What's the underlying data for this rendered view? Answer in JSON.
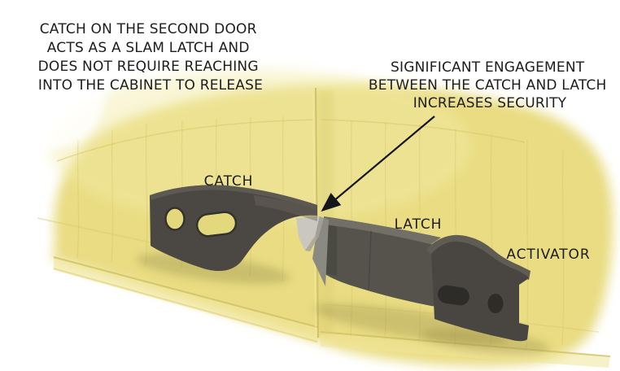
{
  "diagram": {
    "subject": "cabinet slam-latch hardware (catch, latch, activator)",
    "callout_left": {
      "lines": [
        "CATCH ON THE SECOND DOOR",
        "ACTS AS A SLAM LATCH AND",
        "DOES NOT REQUIRE REACHING",
        "INTO THE CABINET TO RELEASE"
      ]
    },
    "callout_right": {
      "lines": [
        "SIGNIFICANT ENGAGEMENT",
        "BETWEEN THE CATCH AND LATCH",
        "INCREASES SECURITY"
      ]
    },
    "part_labels": {
      "catch": "CATCH",
      "latch": "LATCH",
      "activator": "ACTIVATOR"
    },
    "colors": {
      "background": "#ffffff",
      "cabinet_panel": "#e9dc82",
      "panel_shade": "#cdbf62",
      "catch_body": "#4b4843",
      "latch_front": "#55534c",
      "latch_top": "#716f66",
      "activator_body": "#494641",
      "engagement_wedge": "#c9c7bf",
      "hole_dark": "#2e2c28",
      "text": "#1d1d1d",
      "arrow": "#15151e"
    }
  }
}
